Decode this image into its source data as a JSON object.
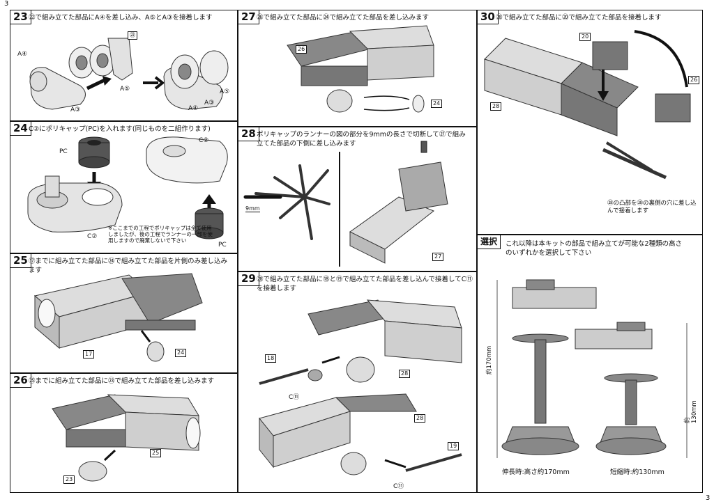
{
  "page_number_top": "3",
  "page_number_bottom": "3",
  "steps": {
    "s23": {
      "num": "23",
      "text": "㉒で組み立てた部品にA④を差し込み、A⑤とA③を接着します",
      "labels": {
        "a4_left": "A④",
        "a3_left": "A③",
        "a5": "A⑤",
        "part22": "㉒",
        "a5_right": "A⑤",
        "a4_right": "A④",
        "a3_right": "A③"
      }
    },
    "s24": {
      "num": "24",
      "text": "C②にポリキャップ(PC)を入れます(同じものを二組作ります)",
      "labels": {
        "pc_top": "PC",
        "c2_left": "C②",
        "c2_right": "C②",
        "pc_bottom": "PC"
      },
      "note": "※ここまでの工程でポリキャップは全て使用しましたが、後の工程でランナーの一部を使用しますので廃棄しないで下さい"
    },
    "s25": {
      "num": "25",
      "text": "⑰までに組み立てた部品に㉔で組み立てた部品を片側のみ差し込みます",
      "labels": {
        "p17": "17",
        "p24": "24"
      }
    },
    "s26": {
      "num": "26",
      "text": "㉕までに組み立てた部品に㉓で組み立てた部品を差し込みます",
      "labels": {
        "p25": "25",
        "p23": "23"
      }
    },
    "s27": {
      "num": "27",
      "text": "㉖で組み立てた部品に㉔で組み立てた部品を差し込みます",
      "labels": {
        "p26": "26",
        "p24": "24"
      }
    },
    "s28": {
      "num": "28",
      "text": "ポリキャップのランナーの図の部分を9mmの長さで切断して㉗で組み立てた部品の下側に差し込みます",
      "labels": {
        "length": "9mm",
        "p27": "27"
      }
    },
    "s29": {
      "num": "29",
      "text": "㉘で組み立てた部品に⑱と⑲で組み立てた部品を差し込んで接着してC⑪を接着します",
      "labels": {
        "p18": "18",
        "c11_top": "C⑪",
        "p28_top": "28",
        "p28_bottom": "28",
        "p19": "19",
        "c11_bottom": "C⑪"
      }
    },
    "s30": {
      "num": "30",
      "text": "㉘で組み立てた部品に⑳で組み立てた部品を接着します",
      "labels": {
        "p20": "20",
        "p26": "26",
        "p28": "28"
      },
      "note": "㉘の凸部を⑳の裏側の穴に差し込んで接着します"
    },
    "select": {
      "num": "選択",
      "text": "これ以降は本キットの部品で組み立てが可能な2種類の高さのいずれかを選択して下さい",
      "height_tall": "約170mm",
      "height_short": "約130mm",
      "caption_tall": "伸長時:高さ約170mm",
      "caption_short": "短縮時:約130mm"
    }
  }
}
